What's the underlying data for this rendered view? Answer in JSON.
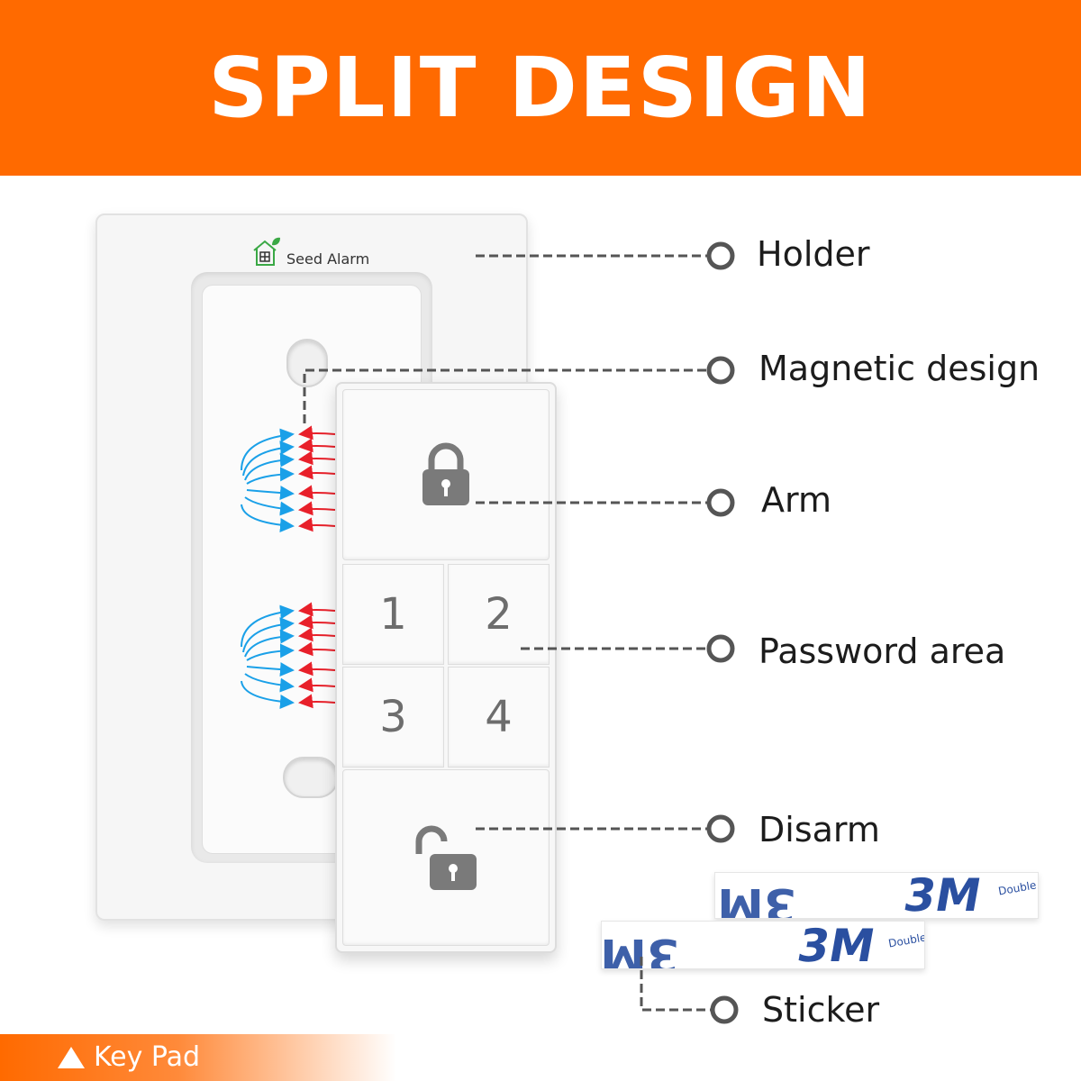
{
  "banner": {
    "title": "SPLIT DESIGN"
  },
  "brand": {
    "logo_text": "Seed Alarm"
  },
  "keypad": {
    "keys": [
      "1",
      "2",
      "3",
      "4"
    ]
  },
  "callouts": {
    "holder": "Holder",
    "magnetic": "Magnetic design",
    "arm": "Arm",
    "password": "Password area",
    "disarm": "Disarm",
    "sticker": "Sticker"
  },
  "sticker_print": {
    "brand_mark": "3M",
    "text": "Double"
  },
  "tag": {
    "label": "Key Pad"
  },
  "colors": {
    "accent": "#ff6a00",
    "field_in": "#1aa0e8",
    "field_out": "#e8202a",
    "icon_gray": "#7a7a7a",
    "sticker_print": "#2a4fa0"
  }
}
